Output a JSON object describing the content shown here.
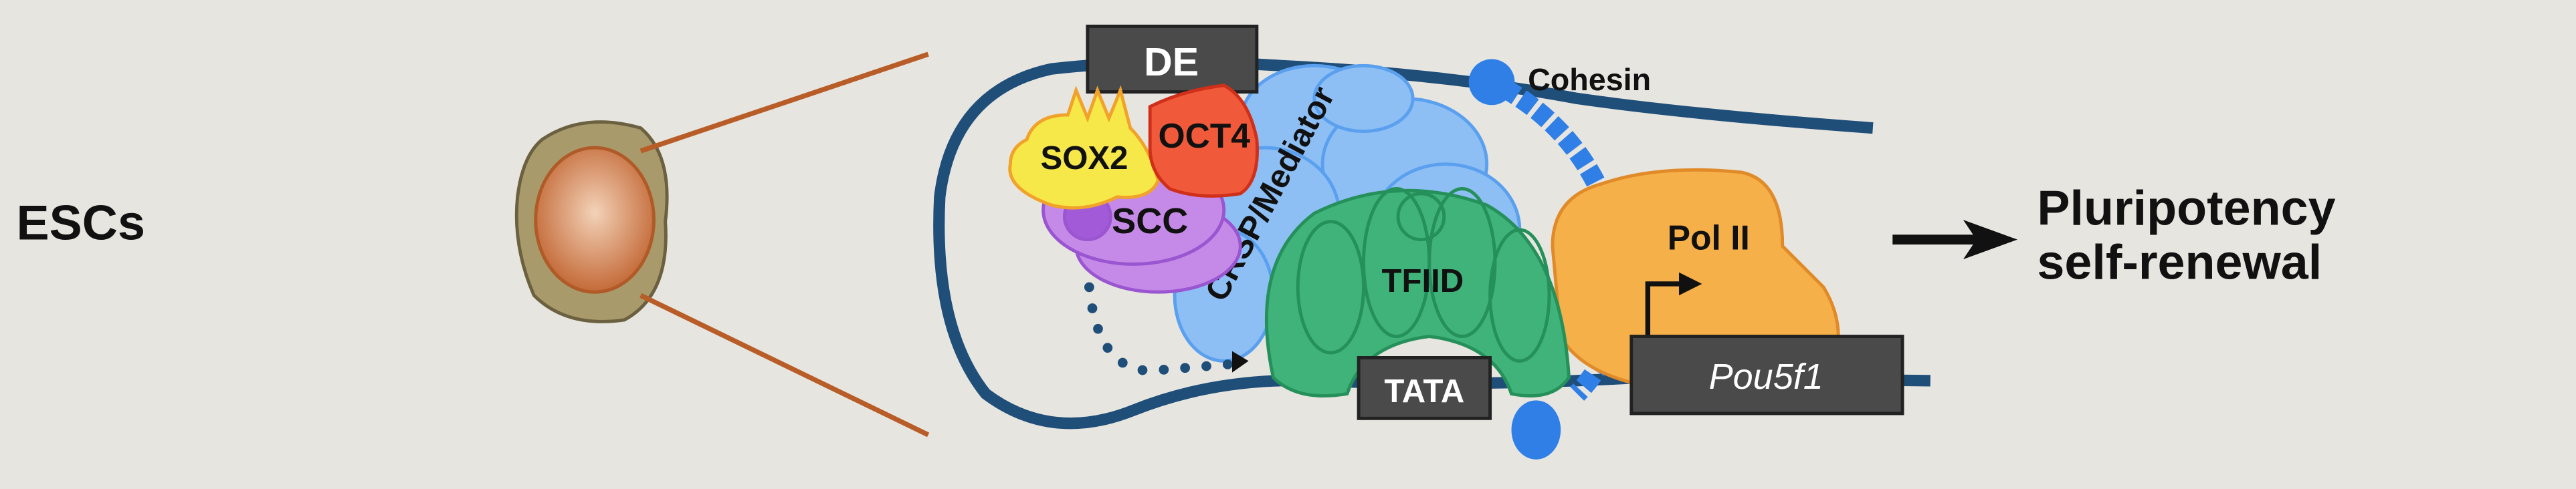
{
  "labels": {
    "cell_type": "ESCs",
    "de": "DE",
    "sox2": "SOX2",
    "oct4": "OCT4",
    "scc": "SCC",
    "mediator": "CRSP/Mediator",
    "cohesin": "Cohesin",
    "tfiid": "TFIID",
    "tata": "TATA",
    "pol2": "Pol II",
    "gene": "Pou5f1",
    "outcome_line1": "Pluripotency",
    "outcome_line2": "self-renewal"
  },
  "colors": {
    "background": "#e7e5e0",
    "dna": "#1f4e79",
    "sox2": "#f7e84a",
    "oct4": "#f05a3a",
    "scc": "#c58ae8",
    "mediator": "#7fb6f2",
    "cohesin": "#2f7fe6",
    "tfiid": "#3fb37a",
    "pol2": "#f5b04a",
    "box": "#4a4a4a",
    "cell_line": "#b85c28"
  }
}
